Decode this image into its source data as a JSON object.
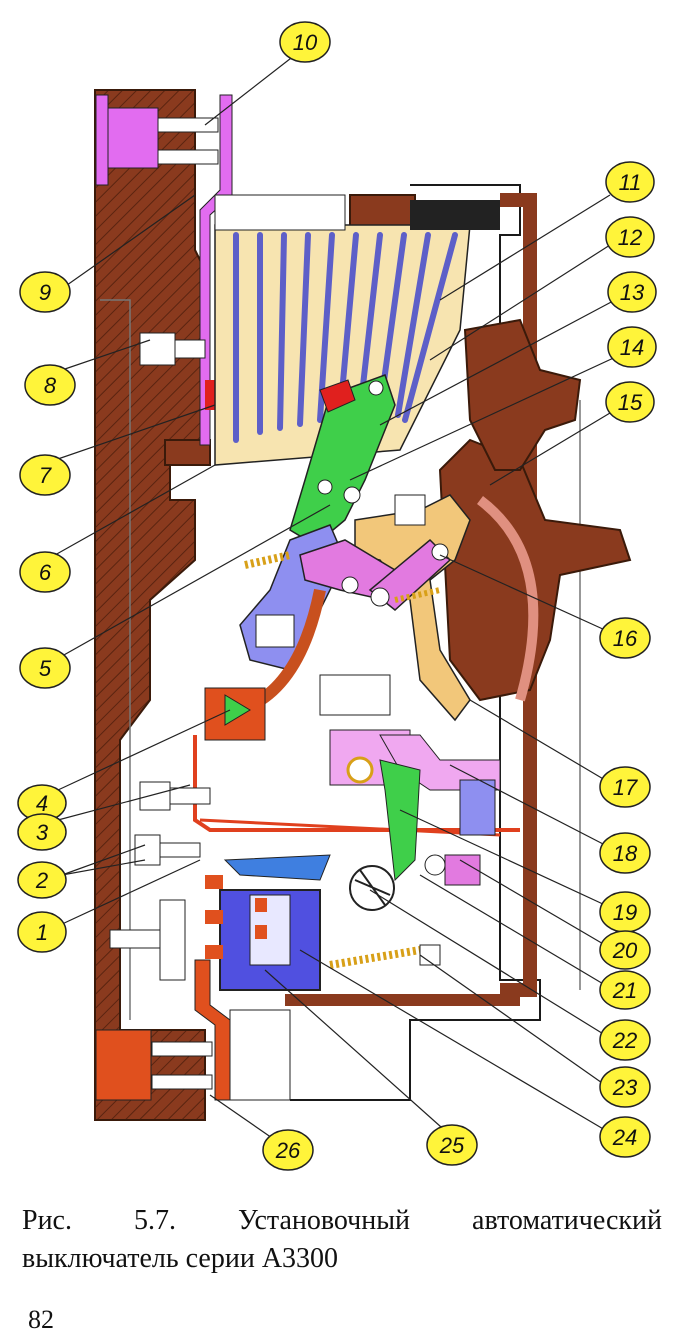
{
  "figure": {
    "callouts": [
      {
        "label": "10"
      },
      {
        "label": "9"
      },
      {
        "label": "8"
      },
      {
        "label": "7"
      },
      {
        "label": "6"
      },
      {
        "label": "5"
      },
      {
        "label": "4"
      },
      {
        "label": "3"
      },
      {
        "label": "2"
      },
      {
        "label": "1"
      },
      {
        "label": "11"
      },
      {
        "label": "12"
      },
      {
        "label": "13"
      },
      {
        "label": "14"
      },
      {
        "label": "15"
      },
      {
        "label": "16"
      },
      {
        "label": "17"
      },
      {
        "label": "18"
      },
      {
        "label": "19"
      },
      {
        "label": "20"
      },
      {
        "label": "21"
      },
      {
        "label": "22"
      },
      {
        "label": "23"
      },
      {
        "label": "24"
      },
      {
        "label": "25"
      },
      {
        "label": "26"
      }
    ],
    "colors": {
      "housing": "#8a3a1e",
      "terminal_top": "#e26cf0",
      "terminal_bottom": "#e0501e",
      "arc_plates": "#6d6fd8",
      "arc_chute": "#f7e4b0",
      "lever_green": "#3fcf4a",
      "lever_blue": "#8e8ff0",
      "link_pink": "#e27ae0",
      "latch_tan": "#f2c77a",
      "callout_fill": "#fff43a"
    }
  },
  "caption": {
    "line1": "Рис.   5.7.   Установочный   автоматический",
    "line2": "выключатель серии А3300"
  },
  "page_number": "82"
}
